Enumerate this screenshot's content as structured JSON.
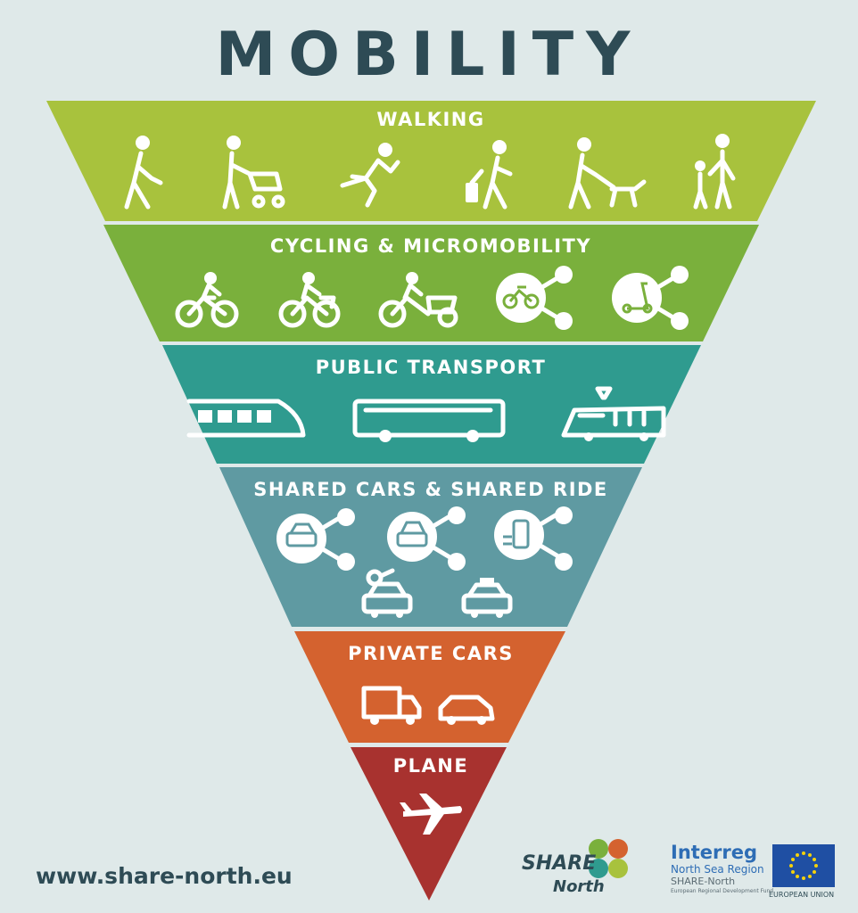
{
  "title": "MOBILITY PYRAMID",
  "tiers": [
    {
      "label": "WALKING",
      "color": "#a8c23d"
    },
    {
      "label": "CYCLING & MICROMOBILITY",
      "color": "#7ab03c"
    },
    {
      "label": "PUBLIC TRANSPORT",
      "color": "#2f9b8f"
    },
    {
      "label": "SHARED CARS & SHARED RIDE",
      "color": "#5f9aa2"
    },
    {
      "label": "PRIVATE CARS",
      "color": "#d4622f"
    },
    {
      "label": "PLANE",
      "color": "#a8322f"
    }
  ],
  "footer": {
    "url": "www.share-north.eu",
    "share_line1": "SHARE",
    "share_line2": "North",
    "interreg_title": "Interreg",
    "interreg_region": "North Sea Region",
    "interreg_project": "SHARE-North",
    "interreg_fund": "European Regional Development Fund",
    "eu_label": "EUROPEAN UNION"
  }
}
